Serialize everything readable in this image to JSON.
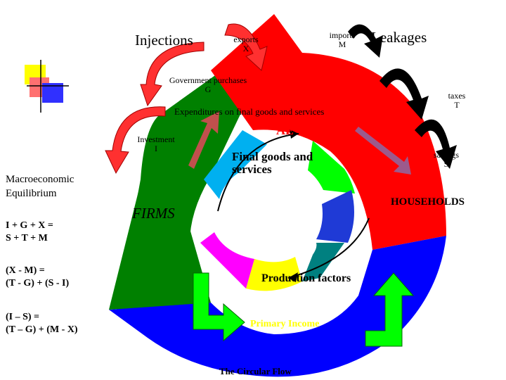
{
  "labels": {
    "injections": "Injections",
    "leakages": "Leakages",
    "exports": "exports",
    "exports_sym": "X",
    "imports": "imports",
    "imports_sym": "M",
    "gov": "Government purchases",
    "gov_sym": "G",
    "taxes": "taxes",
    "taxes_sym": "T",
    "expenditures": "Expenditures on final goods and services",
    "ae": "AE",
    "investment": "Investment",
    "investment_sym": "I",
    "savings": "savings",
    "savings_sym": "S",
    "final_goods_1": "Final goods and",
    "final_goods_2": "services",
    "firms": "FIRMS",
    "households": "HOUSEHOLDS",
    "production": "Production factors",
    "income": "Primary Income",
    "footer": "The Circular Flow"
  },
  "equations": {
    "title_1": "Macroeconomic",
    "title_2": "Equilibrium",
    "eq1_1": "I + G + X =",
    "eq1_2": "S + T + M",
    "eq2_1": "(X - M) =",
    "eq2_2": "(T - G) + (S - I)",
    "eq3_1": "(I – S) =",
    "eq3_2": "(T – G) + (M - X)"
  },
  "colors": {
    "red": "#ff0000",
    "green": "#008000",
    "blue": "#0000ff",
    "lime": "#00ff00",
    "yellow": "#ffff00",
    "teal": "#008080",
    "magenta": "#ff00ff",
    "cyan": "#00b0f0",
    "brick": "#c0504d",
    "mauve": "#9c5a8c",
    "navy": "#1f3ad6"
  }
}
